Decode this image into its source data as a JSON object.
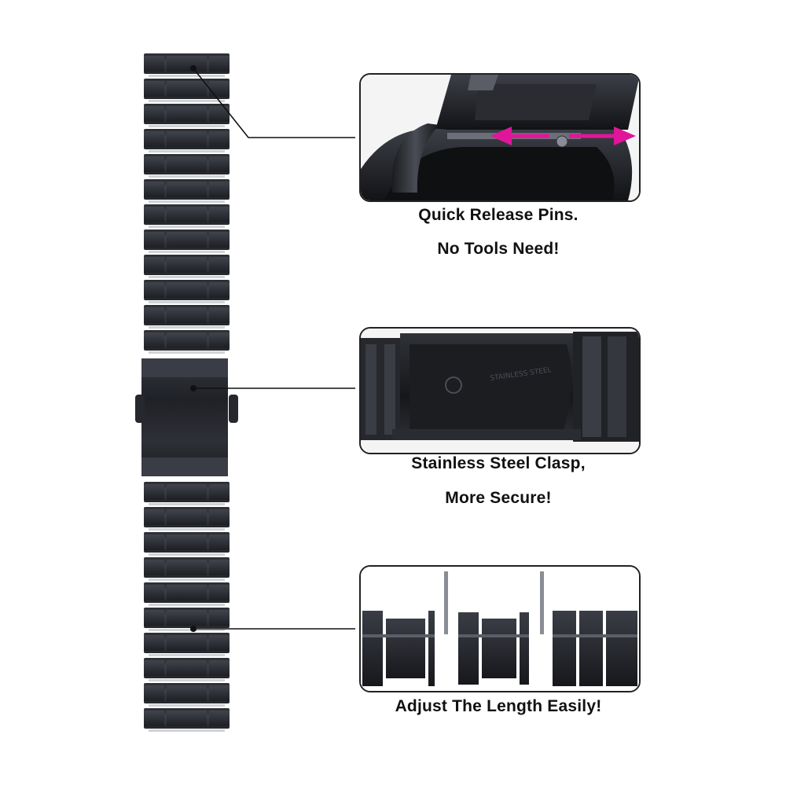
{
  "features": {
    "quick_release": {
      "line1": "Quick Release Pins.",
      "line2": "No Tools Need!",
      "arrow_color": "#e0169a"
    },
    "clasp": {
      "line1": "Stainless Steel Clasp,",
      "line2": "More Secure!"
    },
    "adjust": {
      "line1": "Adjust The Length Easily!"
    }
  },
  "colors": {
    "strap": "#2b2d33",
    "link_gap": "#cfd2d6",
    "panel_border": "#222222"
  }
}
